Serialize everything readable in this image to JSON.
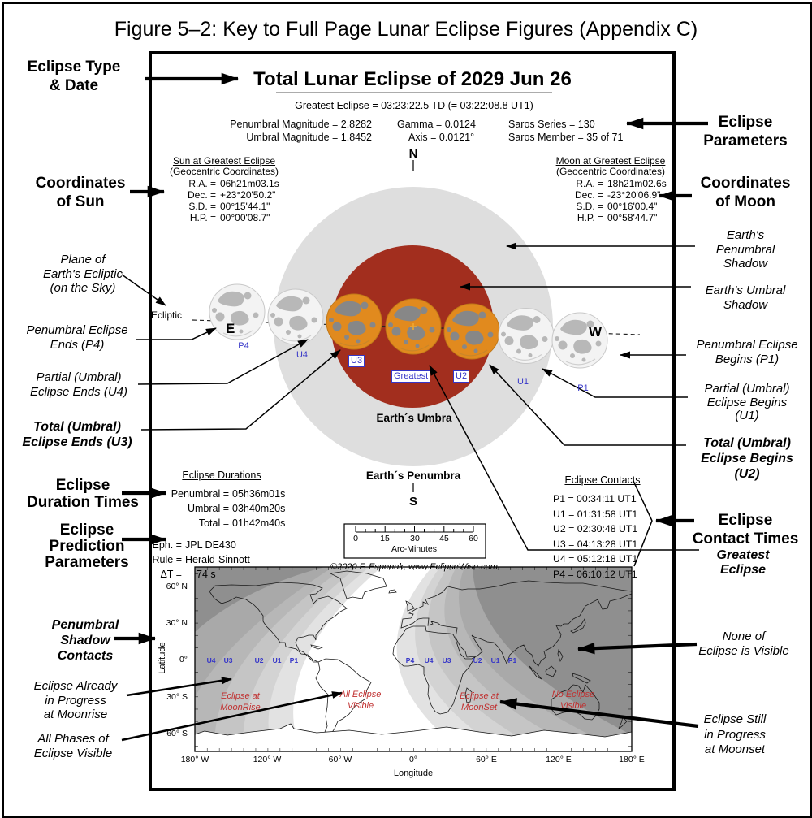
{
  "figure_title": "Figure 5–2:  Key to Full Page Lunar Eclipse Figures (Appendix C)",
  "box": {
    "title": "Total Lunar Eclipse of  2029 Jun 26",
    "greatest_line": "Greatest Eclipse =  03:23:22.5 TD   (= 03:22:08.8 UT1)",
    "stats": {
      "penumbral_magnitude": "Penumbral Magnitude =  2.8282",
      "umbral_magnitude": "Umbral Magnitude =  1.8452",
      "gamma": "Gamma =  0.0124",
      "axis": "Axis =  0.0121°",
      "saros_series": "Saros Series = 130",
      "saros_member": "Saros Member = 35 of 71"
    },
    "sun": {
      "header": "Sun at Greatest Eclipse",
      "sub": "(Geocentric Coordinates)",
      "rows": [
        {
          "k": "R.A. =",
          "v": "06h21m03.1s"
        },
        {
          "k": "Dec. =",
          "v": "+23°20'50.2\""
        },
        {
          "k": "S.D. =",
          "v": "00°15'44.1\""
        },
        {
          "k": "H.P. =",
          "v": "00°00'08.7\""
        }
      ]
    },
    "moon": {
      "header": "Moon at Greatest Eclipse",
      "sub": "(Geocentric Coordinates)",
      "rows": [
        {
          "k": "R.A. =",
          "v": "18h21m02.6s"
        },
        {
          "k": "Dec. =",
          "v": "-23°20'06.9\""
        },
        {
          "k": "S.D. =",
          "v": "00°16'00.4\""
        },
        {
          "k": "H.P. =",
          "v": "00°58'44.7\""
        }
      ]
    },
    "compass": {
      "n": "N",
      "s": "S",
      "e": "E",
      "w": "W"
    },
    "ecliptic_label": "Ecliptic",
    "umbra_label": "Earth´s Umbra",
    "penumbra_label": "Earth´s Penumbra",
    "moon_positions": {
      "p4": "P4",
      "u4": "U4",
      "u3": "U3",
      "greatest": "Greatest",
      "u2": "U2",
      "u1": "U1",
      "p1": "P1"
    },
    "durations": {
      "header": "Eclipse Durations",
      "rows": [
        {
          "k": "Penumbral =",
          "v": "05h36m01s"
        },
        {
          "k": "Umbral =",
          "v": "03h40m20s"
        },
        {
          "k": "Total =",
          "v": "01h42m40s"
        }
      ]
    },
    "prediction": {
      "rows": [
        {
          "k": "Eph. =",
          "v": "JPL DE430"
        },
        {
          "k": "Rule =",
          "v": "Herald-Sinnott"
        },
        {
          "k": "ΔT =",
          "v": "74 s"
        }
      ]
    },
    "contacts": {
      "header": "Eclipse Contacts",
      "rows": [
        "P1 = 00:34:11 UT1",
        "U1 = 01:31:58 UT1",
        "U2 = 02:30:48 UT1",
        "U3 = 04:13:28 UT1",
        "U4 = 05:12:18 UT1",
        "P4 = 06:10:12 UT1"
      ]
    },
    "scalebar": {
      "t0": "0",
      "t1": "15",
      "t2": "30",
      "t3": "45",
      "t4": "60",
      "unit": "Arc-Minutes"
    },
    "credit": "©2020 F. Espenak, www.EclipseWise.com"
  },
  "map": {
    "lat_labels": {
      "l0": "60° N",
      "l1": "30° N",
      "l2": "0°",
      "l3": "30° S",
      "l4": "60° S"
    },
    "lon_labels": {
      "l0": "180° W",
      "l1": "120° W",
      "l2": "60° W",
      "l3": "0°",
      "l4": "60° E",
      "l5": "120° E",
      "l6": "180° E"
    },
    "ylabel": "Latitude",
    "xlabel": "Longitude",
    "left_contacts": {
      "c0": "U4",
      "c1": "U3",
      "c2": "U2",
      "c3": "U1",
      "c4": "P1"
    },
    "right_contacts": {
      "c0": "P4",
      "c1": "U4",
      "c2": "U3",
      "c3": "U2",
      "c4": "U1",
      "c5": "P1"
    },
    "zone_moonrise": [
      "Eclipse at",
      "MoonRise"
    ],
    "zone_all": [
      "All Eclipse",
      "Visible"
    ],
    "zone_moonset": [
      "Eclipse at",
      "MoonSet"
    ],
    "zone_none": [
      "No Eclipse",
      "Visible"
    ]
  },
  "annotations": {
    "type_date": [
      "Eclipse Type",
      "& Date"
    ],
    "coords_sun": [
      "Coordinates",
      "of Sun"
    ],
    "plane": [
      "Plane of",
      "Earth's Ecliptic",
      "(on the Sky)"
    ],
    "p4_ends": [
      "Penumbral Eclipse",
      "Ends (P4)"
    ],
    "u4_ends": [
      "Partial (Umbral)",
      "Eclipse Ends (U4)"
    ],
    "u3_ends": [
      "Total (Umbral)",
      "Eclipse Ends (U3)"
    ],
    "durations": [
      "Eclipse",
      "Duration Times"
    ],
    "prediction": [
      "Eclipse",
      "Prediction",
      "Parameters"
    ],
    "pen_contacts": [
      "Penumbral",
      "Shadow",
      "Contacts"
    ],
    "moonrise": [
      "Eclipse Already",
      "in Progress",
      "at Moonrise"
    ],
    "all_phases": [
      "All Phases of",
      "Eclipse Visible"
    ],
    "params": [
      "Eclipse",
      "Parameters"
    ],
    "coords_moon": [
      "Coordinates",
      "of Moon"
    ],
    "pen_shadow": [
      "Earth's",
      "Penumbral",
      "Shadow"
    ],
    "umb_shadow": [
      "Earth's Umbral",
      "Shadow"
    ],
    "p1_begins": [
      "Penumbral Eclipse",
      "Begins (P1)"
    ],
    "u1_begins": [
      "Partial (Umbral)",
      "Eclipse Begins",
      "(U1)"
    ],
    "u2_begins": [
      "Total (Umbral)",
      "Eclipse Begins",
      "(U2)"
    ],
    "contact_times": [
      "Eclipse",
      "Contact Times"
    ],
    "greatest": [
      "Greatest",
      "Eclipse"
    ],
    "none_visible": [
      "None of",
      "Eclipse is Visible"
    ],
    "moonset": [
      "Eclipse Still",
      "in Progress",
      "at Moonset"
    ]
  }
}
